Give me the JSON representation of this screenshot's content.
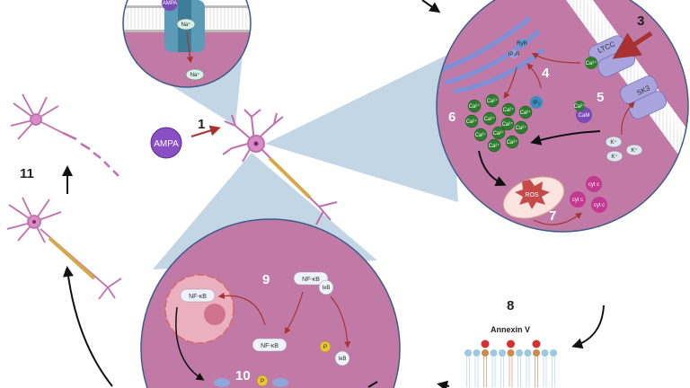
{
  "labels": {
    "ampa_small": "AMPA",
    "ampa": "AMPA",
    "na_1": "Na⁺",
    "na_2": "Na⁺",
    "ltcc": "LTCC",
    "sk3": "SK3",
    "ca_channel": "Ca²⁺",
    "ryr": "RyR",
    "ip3r": "IP₃R",
    "ip3": "IP₃",
    "cam": "CaM",
    "ca_cam": "Ca²⁺",
    "ca": "Ca²⁺",
    "k": "K⁺",
    "ros": "ROS",
    "cyt_c": "cyt c",
    "nfkb_nucleus": "NF-κB",
    "nfkb_complex": "NF-κB",
    "ikb_complex": "IκB",
    "nfkb_free": "NF-κB",
    "ikb_free": "IκB",
    "p": "P",
    "p2": "P",
    "annexin": "Annexin V"
  },
  "steps": {
    "s1": "1",
    "s3": "3",
    "s4": "4",
    "s5": "5",
    "s6": "6",
    "s7": "7",
    "s8": "8",
    "s9": "9",
    "s10": "10",
    "s11": "11"
  },
  "colors": {
    "cell": "#c07aa5",
    "cone": "#b9cfe0",
    "ca": "#2e7d2e",
    "arrow_red": "#a83232",
    "er": "#7d8fd6",
    "channel": "#a9a3de"
  }
}
